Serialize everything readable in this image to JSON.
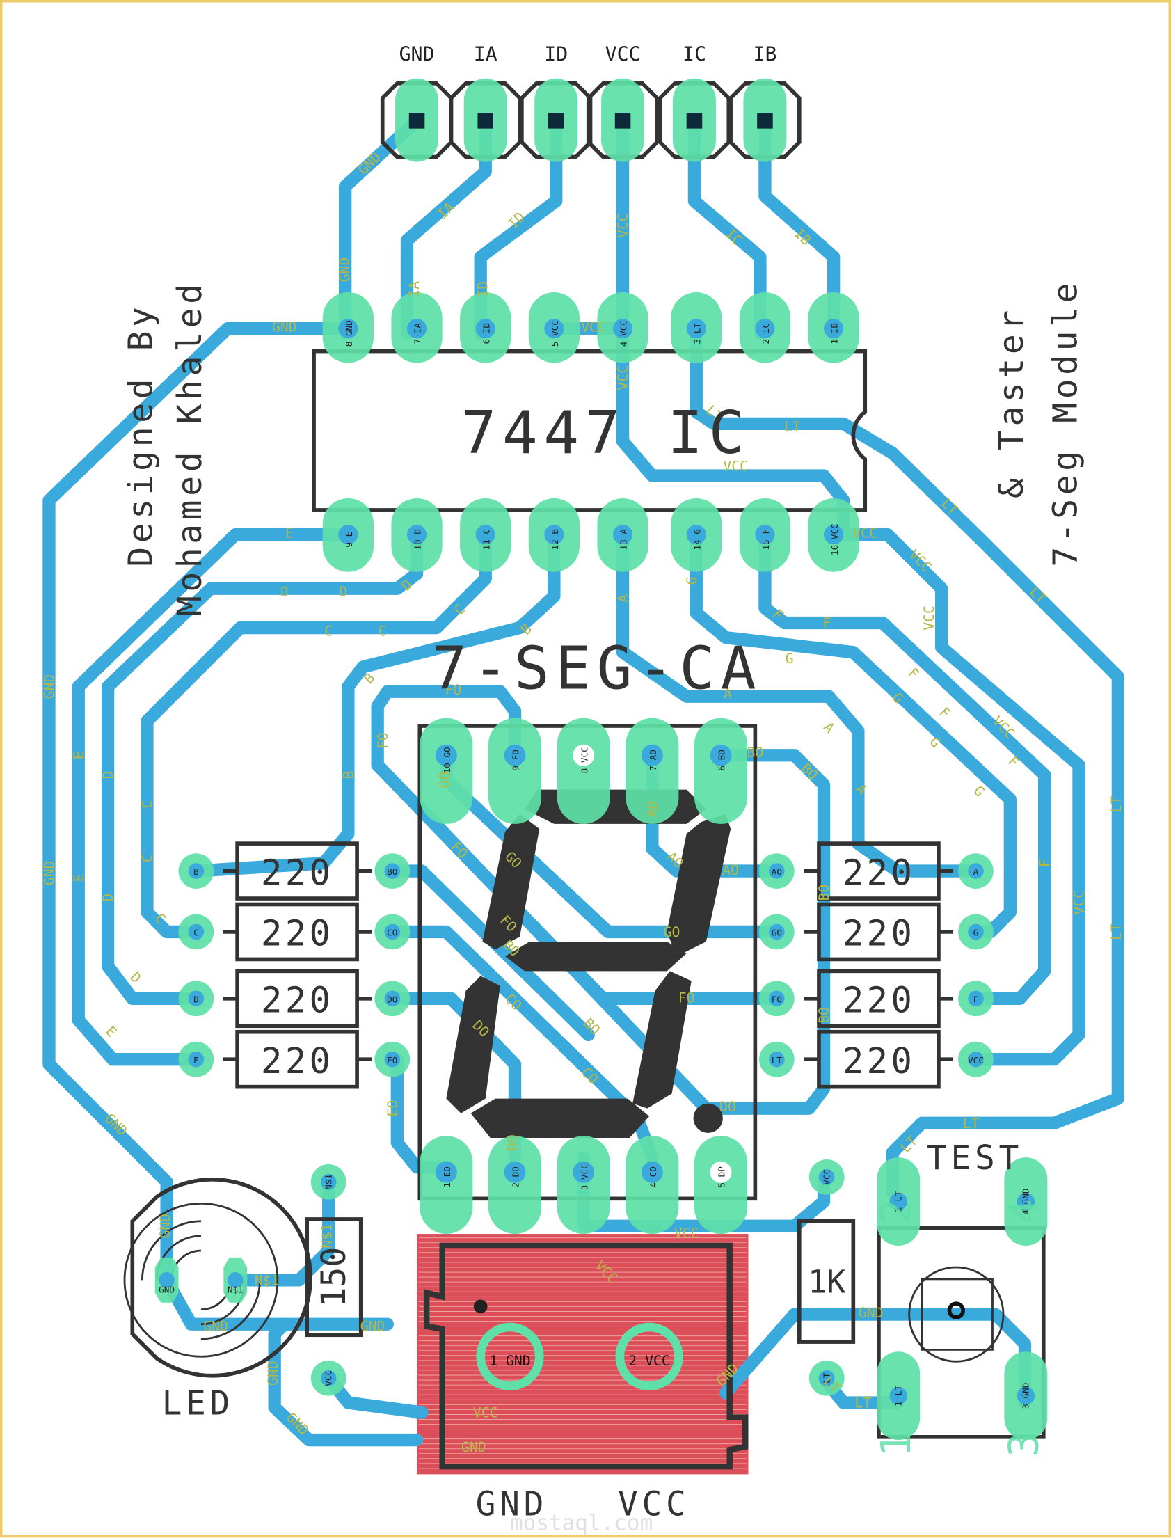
{
  "board": {
    "colors": {
      "trace": "#3aa9dc",
      "pad": "#5fe0a8",
      "silk": "#333333",
      "net_label": "#b5b845",
      "copper_pour": "#d9404a",
      "border": "#eccd6a"
    },
    "designer_line1": "Designed By",
    "designer_line2": "Mohamed Khaled",
    "module_line1": "& Taster",
    "module_line2": "7-Seg Module",
    "watermark": "mostaql.com"
  },
  "header_connector": {
    "pins": [
      "GND",
      "IA",
      "ID",
      "VCC",
      "IC",
      "IB"
    ]
  },
  "ic": {
    "label": "7447 IC",
    "top_pins": [
      {
        "num": "8",
        "name": "GND"
      },
      {
        "num": "7",
        "name": "IA"
      },
      {
        "num": "6",
        "name": "ID"
      },
      {
        "num": "5",
        "name": "VCC"
      },
      {
        "num": "4",
        "name": "VCC"
      },
      {
        "num": "3",
        "name": "LT"
      },
      {
        "num": "2",
        "name": "IC"
      },
      {
        "num": "1",
        "name": "IB"
      }
    ],
    "bottom_pins": [
      {
        "num": "9",
        "name": "E"
      },
      {
        "num": "10",
        "name": "D"
      },
      {
        "num": "11",
        "name": "C"
      },
      {
        "num": "12",
        "name": "B"
      },
      {
        "num": "13",
        "name": "A"
      },
      {
        "num": "14",
        "name": "G"
      },
      {
        "num": "15",
        "name": "F"
      },
      {
        "num": "16",
        "name": "VCC"
      }
    ]
  },
  "seven_segment": {
    "label": "7-SEG-CA",
    "top_pins": [
      {
        "num": "10",
        "name": "GO"
      },
      {
        "num": "9",
        "name": "FO"
      },
      {
        "num": "8",
        "name": "VCC"
      },
      {
        "num": "7",
        "name": "AO"
      },
      {
        "num": "6",
        "name": "BO"
      }
    ],
    "bottom_pins": [
      {
        "num": "1",
        "name": "EO"
      },
      {
        "num": "2",
        "name": "DO"
      },
      {
        "num": "3",
        "name": "VCC"
      },
      {
        "num": "4",
        "name": "CO"
      },
      {
        "num": "5",
        "name": "DP"
      }
    ]
  },
  "resistors_left": [
    {
      "value": "220",
      "pin1": "B",
      "pin2": "BO"
    },
    {
      "value": "220",
      "pin1": "C",
      "pin2": "CO"
    },
    {
      "value": "220",
      "pin1": "D",
      "pin2": "DO"
    },
    {
      "value": "220",
      "pin1": "E",
      "pin2": "EO"
    }
  ],
  "resistors_right": [
    {
      "value": "220",
      "pin2": "AO",
      "pin1": "A"
    },
    {
      "value": "220",
      "pin2": "GO",
      "pin1": "G"
    },
    {
      "value": "220",
      "pin2": "FO",
      "pin1": "F"
    },
    {
      "value": "220",
      "pin2": "LT",
      "pin1": "VCC"
    }
  ],
  "led": {
    "label": "LED",
    "pin_k": "GND",
    "pin_a": "N$1"
  },
  "resistor_led": {
    "value": "150",
    "pin1": "VCC",
    "pin2": "N$1"
  },
  "resistor_test": {
    "value": "1K",
    "pin1": "LT",
    "pin2": "VCC"
  },
  "power_connector": {
    "label_gnd": "GND",
    "label_vcc": "VCC",
    "pin1": {
      "num": "1",
      "name": "GND"
    },
    "pin2": {
      "num": "2",
      "name": "VCC"
    }
  },
  "test_button": {
    "label": "TEST",
    "pins": [
      {
        "num": "1",
        "name": "LT"
      },
      {
        "num": "2",
        "name": "LT"
      },
      {
        "num": "3",
        "name": "GND"
      },
      {
        "num": "4",
        "name": "GND"
      }
    ],
    "silk_numbers": [
      "1",
      "2",
      "3",
      "4"
    ]
  },
  "net_labels": {
    "gnd": "GND",
    "vcc": "VCC",
    "lt": "LT",
    "ia": "IA",
    "ib": "IB",
    "ic": "IC",
    "id": "ID",
    "a": "A",
    "b": "B",
    "c": "C",
    "d": "D",
    "e": "E",
    "f": "F",
    "g": "G",
    "ao": "AO",
    "bo": "BO",
    "co": "CO",
    "do": "DO",
    "eo": "EO",
    "fo": "FO",
    "go": "GO",
    "ns1": "N$1"
  }
}
